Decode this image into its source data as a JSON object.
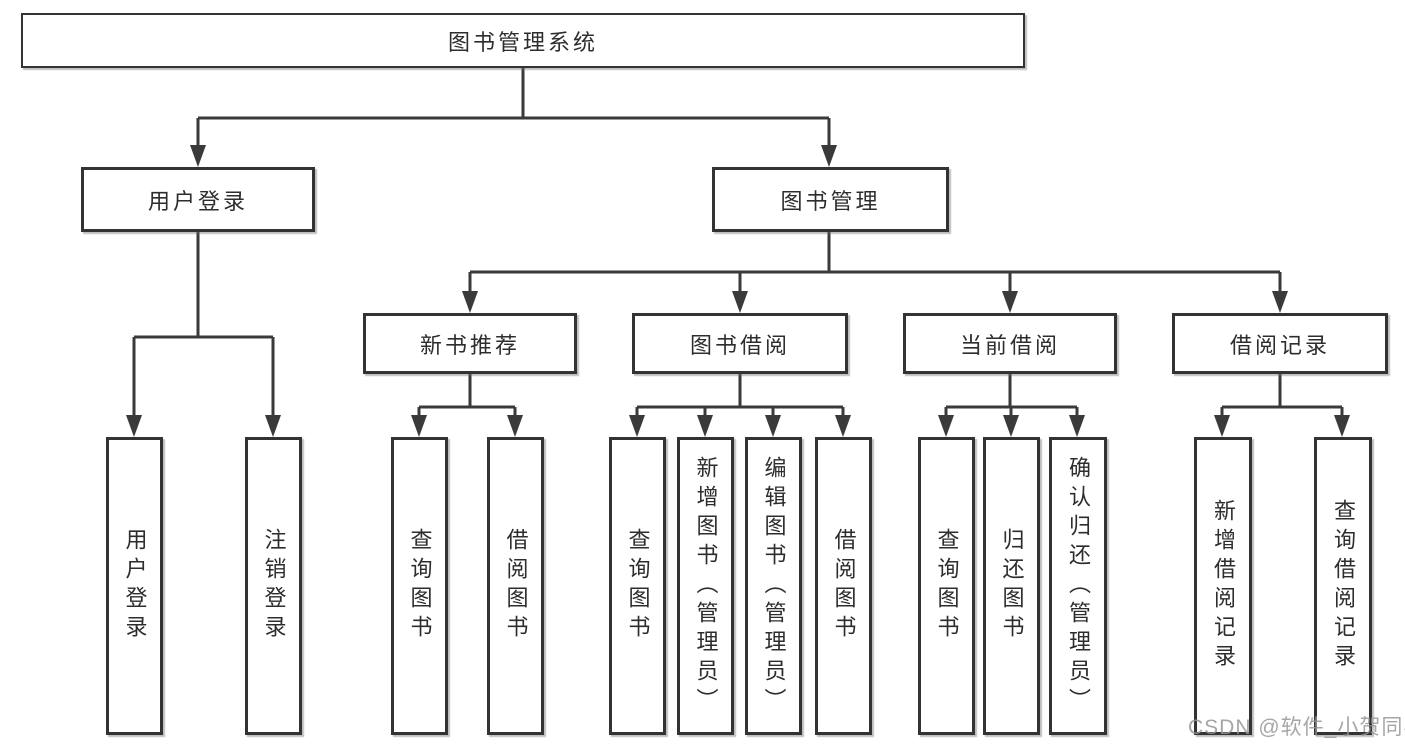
{
  "diagram_title": "图书管理系统",
  "nodes": {
    "root": "图书管理系统",
    "level2": {
      "user_login": "用户登录",
      "book_mgmt": "图书管理"
    },
    "level3": {
      "new_books": "新书推荐",
      "book_borrow": "图书借阅",
      "current_borrow": "当前借阅",
      "borrow_records": "借阅记录"
    },
    "leaves": {
      "user_login": "用户登录",
      "logout": "注销登录",
      "nb_query": "查询图书",
      "nb_borrow": "借阅图书",
      "bb_query": "查询图书",
      "bb_add": "新增图书（管理员）",
      "bb_edit": "编辑图书（管理员）",
      "bb_borrow": "借阅图书",
      "cb_query": "查询图书",
      "cb_return": "归还图书",
      "cb_confirm": "确认归还（管理员）",
      "rec_add": "新增借阅记录",
      "rec_query": "查询借阅记录"
    }
  },
  "watermark": "CSDN @软件_小贺同学",
  "colors": {
    "line": "#3a3a3a",
    "border": "#333333",
    "text": "#2d2d2d",
    "background": "#ffffff",
    "watermark": "#9a9a9a"
  }
}
